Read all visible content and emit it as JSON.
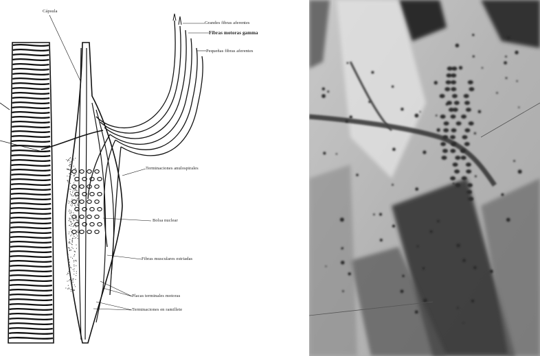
{
  "labels": {
    "capsule": "Cápsula",
    "large_afferent": "Grandes fibras aferentes",
    "gamma_motor": "Fibras motoras gamma",
    "small_afferent": "Pequeñas fibras aferentes",
    "annulospiral": "Terminaciones anulospirales",
    "nuclear_bag": "Bolsa nuclear",
    "striated_intrafusal": "Fibras musculares estriadas",
    "motor_end_plates": "Placas terminales motoras",
    "flower_spray": "Terminaciones en ramillete"
  },
  "colors": {
    "ink": "#1a1a1a",
    "paper": "#ffffff",
    "photo_mid": "#9c9c9c",
    "photo_dark": "#2e2e2e"
  }
}
